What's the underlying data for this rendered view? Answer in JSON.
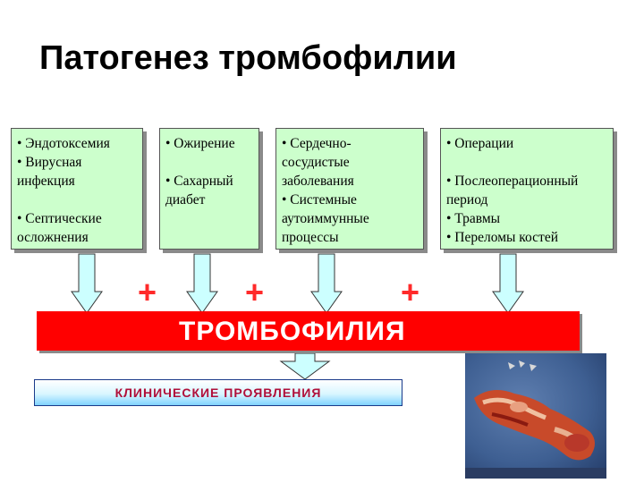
{
  "title": "Патогенез тромбофилии",
  "box1": {
    "items": [
      "• Эндотоксемия",
      "• Вирусная инфекция",
      "• Септические осложнения"
    ]
  },
  "box2": {
    "items": [
      "• Ожирение",
      "• Сахарный диабет"
    ]
  },
  "box3": {
    "items": [
      "• Сердечно-сосудистые заболевания",
      "• Системные аутоиммунные процессы"
    ]
  },
  "box4": {
    "items": [
      "• Операции",
      "• Послеоперационный период",
      "• Травмы",
      "• Переломы костей"
    ]
  },
  "plus_sign": "+",
  "thrombophilia": "ТРОМБОФИЛИЯ",
  "clinical": "КЛИНИЧЕСКИЕ ПРОЯВЛЕНИЯ",
  "colors": {
    "box_fill": "#ccffcc",
    "arrow_fill": "#ccffff",
    "bar_fill": "#ff0000",
    "plus": "#ff2a2a",
    "clinical_text": "#b0103a"
  }
}
